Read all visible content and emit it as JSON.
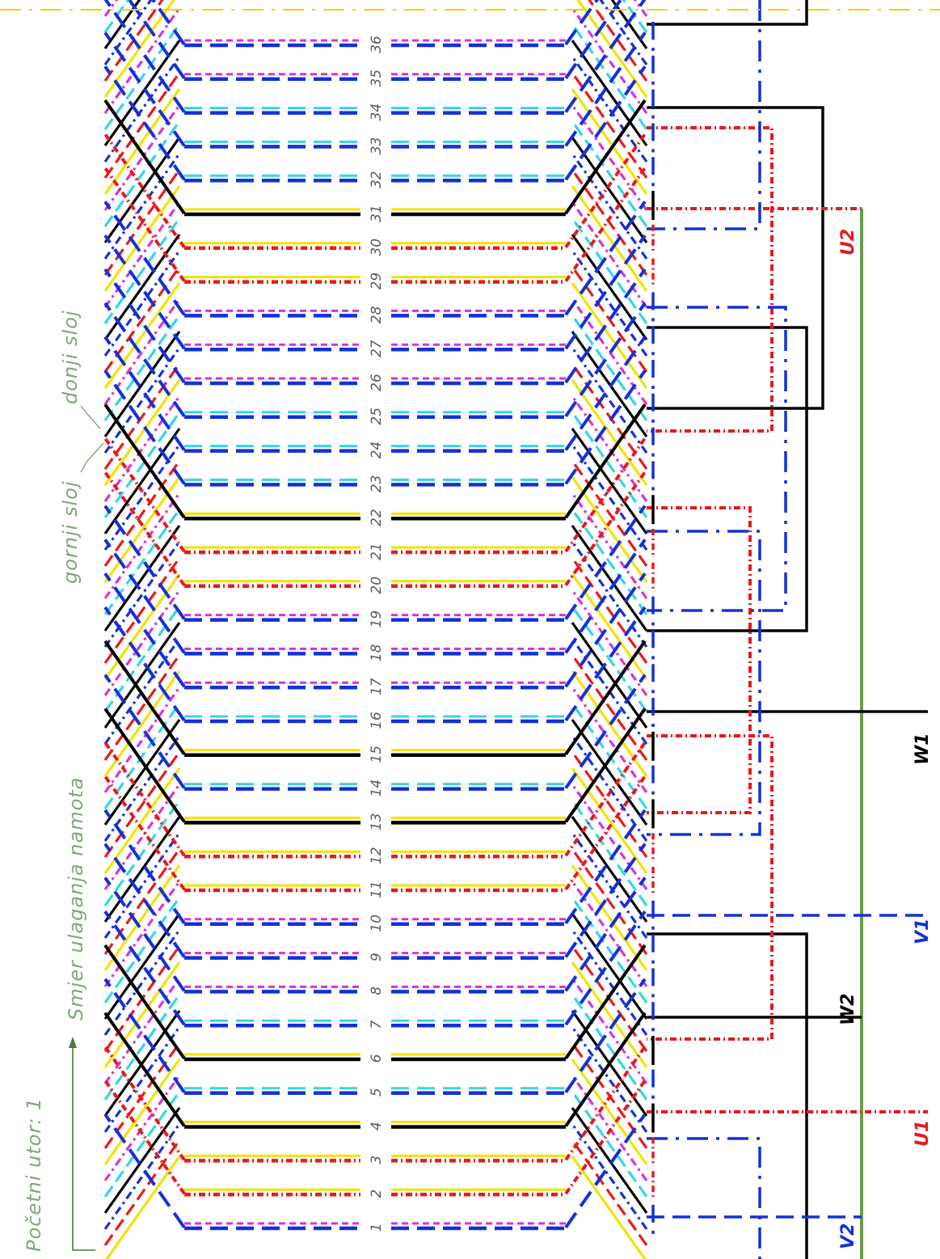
{
  "annotations": {
    "start_slot": "Početni utor: 1",
    "winding_direction": "Smjer ulaganja namota",
    "upper_layer": "gornji sloj",
    "lower_layer": "donji sloj"
  },
  "terminals": {
    "U1": "U1",
    "U2": "U2",
    "V1": "V1",
    "V2": "V2",
    "W1": "W1",
    "W2": "W2"
  },
  "colors": {
    "phase_U": "#e8191c",
    "phase_V": "#1431d6",
    "phase_W": "#000000",
    "return_yellow": "#f2e300",
    "return_cyan": "#33d6e6",
    "return_magenta": "#d633d6",
    "star_bus": "#6a9a4a",
    "axis": "#f0d200",
    "label_grey": "#7fa878"
  },
  "slots": [
    {
      "n": "1",
      "s": "m"
    },
    {
      "n": "2",
      "s": "r"
    },
    {
      "n": "3",
      "s": "r"
    },
    {
      "n": "4",
      "s": "k"
    },
    {
      "n": "5",
      "s": "c"
    },
    {
      "n": "6",
      "s": "k"
    },
    {
      "n": "7",
      "s": "c"
    },
    {
      "n": "8",
      "s": "m"
    },
    {
      "n": "9",
      "s": "m"
    },
    {
      "n": "10",
      "s": "m"
    },
    {
      "n": "11",
      "s": "r"
    },
    {
      "n": "12",
      "s": "r"
    },
    {
      "n": "13",
      "s": "k"
    },
    {
      "n": "14",
      "s": "c"
    },
    {
      "n": "15",
      "s": "k"
    },
    {
      "n": "16",
      "s": "c"
    },
    {
      "n": "17",
      "s": "m"
    },
    {
      "n": "18",
      "s": "m"
    },
    {
      "n": "19",
      "s": "m"
    },
    {
      "n": "20",
      "s": "r"
    },
    {
      "n": "21",
      "s": "r"
    },
    {
      "n": "22",
      "s": "k"
    },
    {
      "n": "23",
      "s": "c"
    },
    {
      "n": "24",
      "s": "c"
    },
    {
      "n": "25",
      "s": "c"
    },
    {
      "n": "26",
      "s": "m"
    },
    {
      "n": "27",
      "s": "m"
    },
    {
      "n": "28",
      "s": "m"
    },
    {
      "n": "29",
      "s": "r"
    },
    {
      "n": "30",
      "s": "r"
    },
    {
      "n": "31",
      "s": "k"
    },
    {
      "n": "32",
      "s": "c"
    },
    {
      "n": "33",
      "s": "c"
    },
    {
      "n": "34",
      "s": "c"
    },
    {
      "n": "35",
      "s": "m"
    },
    {
      "n": "36",
      "s": "m"
    }
  ]
}
